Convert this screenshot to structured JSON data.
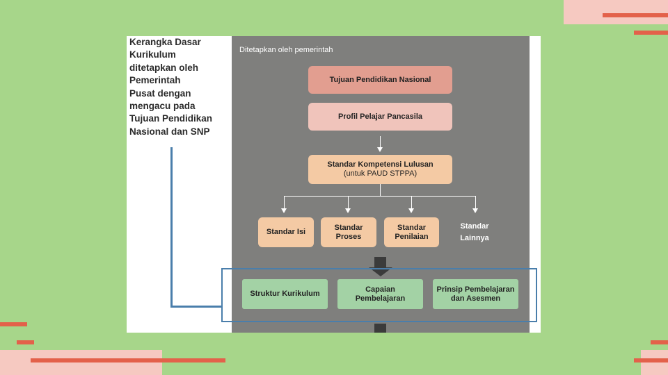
{
  "left_text": "Kerangka Dasar\nKurikulum\nditetapkan oleh\nPemerintah\nPusat dengan\nmengacu pada\nTujuan Pendidikan\nNasional dan SNP",
  "panel_label": "Ditetapkan oleh pemerintah",
  "nodes": {
    "tujuan": "Tujuan Pendidikan Nasional",
    "profil": "Profil Pelajar Pancasila",
    "skl_title": "Standar Kompetensi Lulusan",
    "skl_sub": "(untuk PAUD STPPA)",
    "standar_isi": "Standar Isi",
    "standar_proses": "Standar Proses",
    "standar_penilaian": "Standar Penilaian",
    "standar_lainnya": "Standar\nLainnya",
    "struktur": "Struktur Kurikulum",
    "capaian": "Capaian Pembelajaran",
    "prinsip": "Prinsip Pembelajaran dan Asesmen"
  },
  "colors": {
    "background": "#a7d68a",
    "panel": "#7f7f7d",
    "tujuan": "#e29e90",
    "profil": "#f0c4bb",
    "standard": "#f4caa4",
    "green_box": "#a3d2a5",
    "highlight": "#4a7eab",
    "accent_red": "#e3614a",
    "accent_pink": "#f6c9c1"
  }
}
